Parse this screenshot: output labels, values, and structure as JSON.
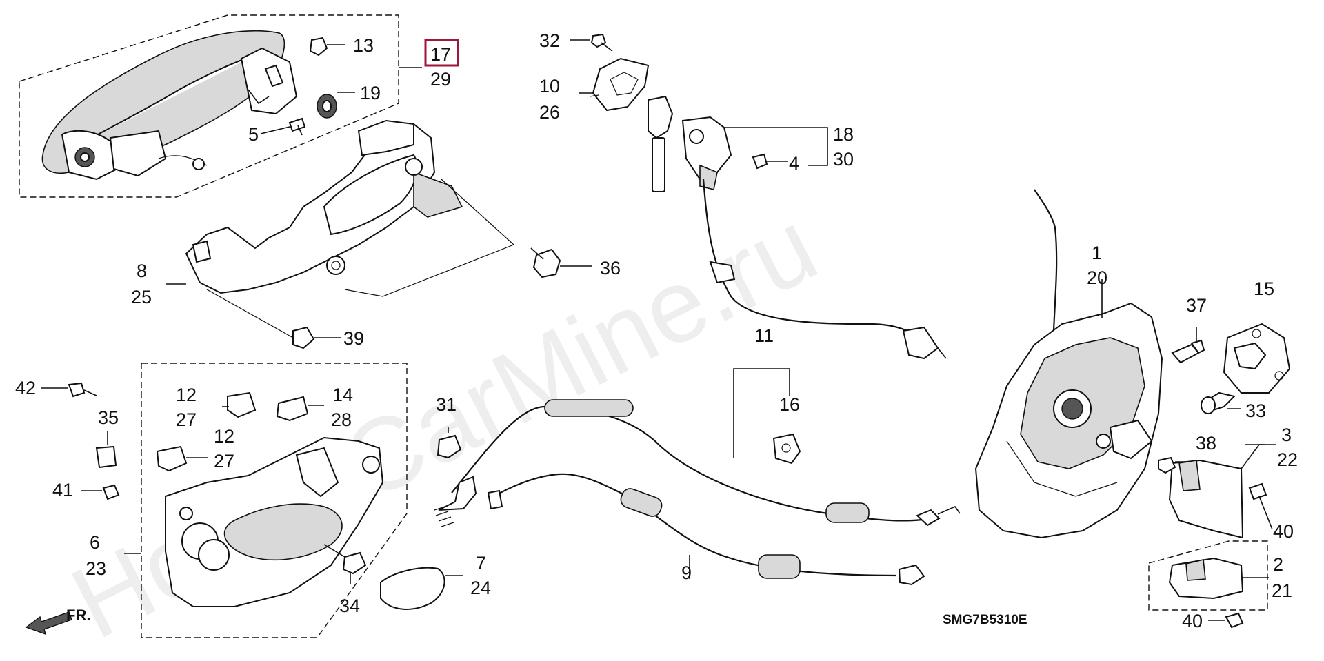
{
  "watermark": "HondaCarMine.ru",
  "diagram_code": "SMG7B5310E",
  "direction_label": "FR.",
  "highlight_color": "#a0163a",
  "labels": {
    "n1": "1",
    "n2": "2",
    "n3": "3",
    "n4": "4",
    "n5": "5",
    "n6": "6",
    "n7": "7",
    "n8": "8",
    "n9": "9",
    "n10": "10",
    "n11": "11",
    "n12a": "12",
    "n12b": "12",
    "n13": "13",
    "n14": "14",
    "n15": "15",
    "n16": "16",
    "n17": "17",
    "n18": "18",
    "n19": "19",
    "n20": "20",
    "n21": "21",
    "n22": "22",
    "n23": "23",
    "n24": "24",
    "n25": "25",
    "n26": "26",
    "n27a": "27",
    "n27b": "27",
    "n28": "28",
    "n29": "29",
    "n30": "30",
    "n31": "31",
    "n32": "32",
    "n33": "33",
    "n34": "34",
    "n35": "35",
    "n36": "36",
    "n37": "37",
    "n38": "38",
    "n39": "39",
    "n40a": "40",
    "n40b": "40",
    "n41": "41",
    "n42": "42"
  }
}
